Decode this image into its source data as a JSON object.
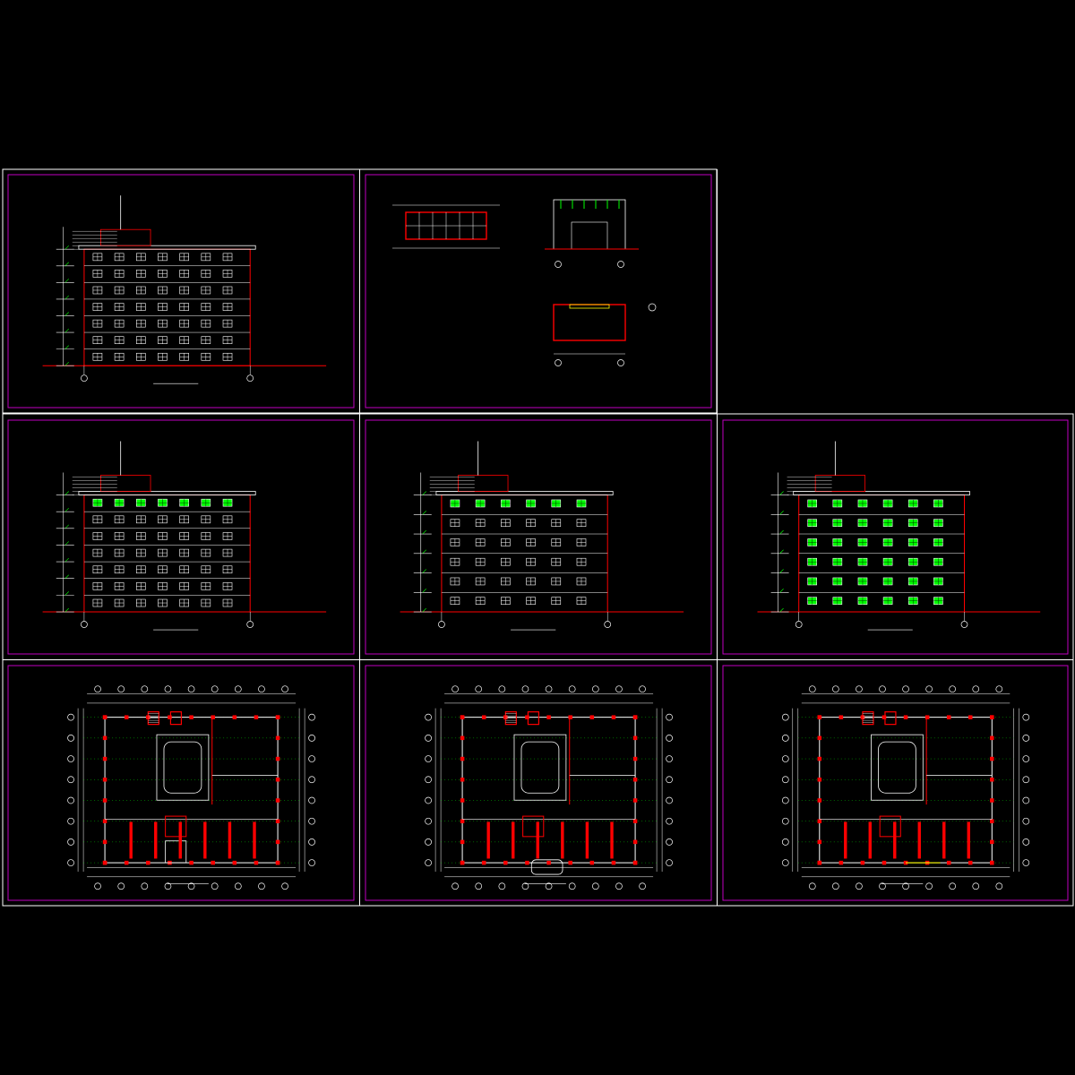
{
  "drawing": {
    "background": "#000000",
    "colors": {
      "outer_frame": "#ffffff",
      "inner_frame": "#c000c0",
      "wall": "#ff0000",
      "line": "#ffffff",
      "window_glass": "#00ff00",
      "grid_dot": "#00ff00",
      "accent": "#ffff00"
    },
    "sheets": [
      {
        "id": "side-elevation-a",
        "kind": "elevation-side",
        "floors": 7,
        "window_cols": 7,
        "green_windows": false
      },
      {
        "id": "details",
        "kind": "details"
      },
      {
        "id": "rear-elevation",
        "kind": "elevation-front",
        "floors": 7,
        "window_cols": 7,
        "green_windows": true
      },
      {
        "id": "side-elevation-b",
        "kind": "elevation-side-b",
        "floors": 6,
        "window_cols": 6,
        "green_windows": true
      },
      {
        "id": "front-elevation",
        "kind": "elevation-main",
        "floors": 6,
        "window_cols": 6,
        "green_windows": true
      },
      {
        "id": "plan-first-floor",
        "kind": "plan",
        "variant": 1
      },
      {
        "id": "plan-second-floor",
        "kind": "plan",
        "variant": 2
      },
      {
        "id": "plan-third-floor",
        "kind": "plan",
        "variant": 3
      }
    ]
  }
}
